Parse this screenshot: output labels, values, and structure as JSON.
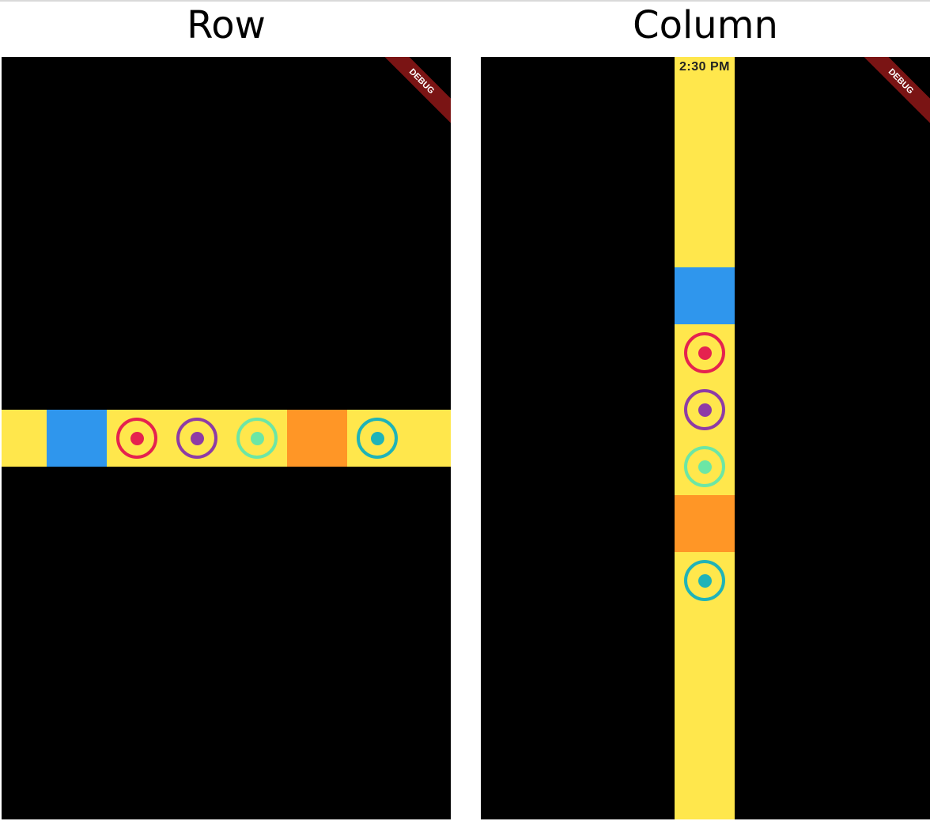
{
  "captions": {
    "row": "Row",
    "column": "Column"
  },
  "debug_banner": {
    "label": "DEBUG",
    "color": "#7a1414"
  },
  "status_bar": {
    "time": "2:30 PM"
  },
  "colors": {
    "background": "#000000",
    "strip": "#ffe74c",
    "blue_box": "#2f96ed",
    "orange_box": "#ff9626"
  },
  "row_strip_items": [
    {
      "kind": "spacer",
      "color": "#ffe74c",
      "size": 57
    },
    {
      "kind": "box",
      "color": "#2f96ed",
      "size": 76,
      "icon": "blue-box"
    },
    {
      "kind": "circle",
      "color": "#e5224f",
      "size": 76,
      "icon": "red-target-icon"
    },
    {
      "kind": "circle",
      "color": "#8e3ba6",
      "size": 76,
      "icon": "purple-target-icon"
    },
    {
      "kind": "circle",
      "color": "#6ce6a5",
      "size": 76,
      "icon": "green-target-icon"
    },
    {
      "kind": "box",
      "color": "#ff9626",
      "size": 76,
      "icon": "orange-box"
    },
    {
      "kind": "circle",
      "color": "#1fb3b8",
      "size": 76,
      "icon": "teal-target-icon"
    },
    {
      "kind": "spacer",
      "color": "#ffe74c",
      "size": 55
    }
  ],
  "column_strip_items": [
    {
      "kind": "spacer",
      "color": "#ffe74c",
      "size": 266
    },
    {
      "kind": "box",
      "color": "#2f96ed",
      "size": 72,
      "icon": "blue-box"
    },
    {
      "kind": "circle",
      "color": "#e5224f",
      "size": 72,
      "icon": "red-target-icon"
    },
    {
      "kind": "circle",
      "color": "#8e3ba6",
      "size": 72,
      "icon": "purple-target-icon"
    },
    {
      "kind": "circle",
      "color": "#6ce6a5",
      "size": 72,
      "icon": "green-target-icon"
    },
    {
      "kind": "box",
      "color": "#ff9626",
      "size": 72,
      "icon": "orange-box"
    },
    {
      "kind": "circle",
      "color": "#1fb3b8",
      "size": 72,
      "icon": "teal-target-icon"
    },
    {
      "kind": "spacer",
      "color": "#ffe74c",
      "size": 266
    }
  ]
}
